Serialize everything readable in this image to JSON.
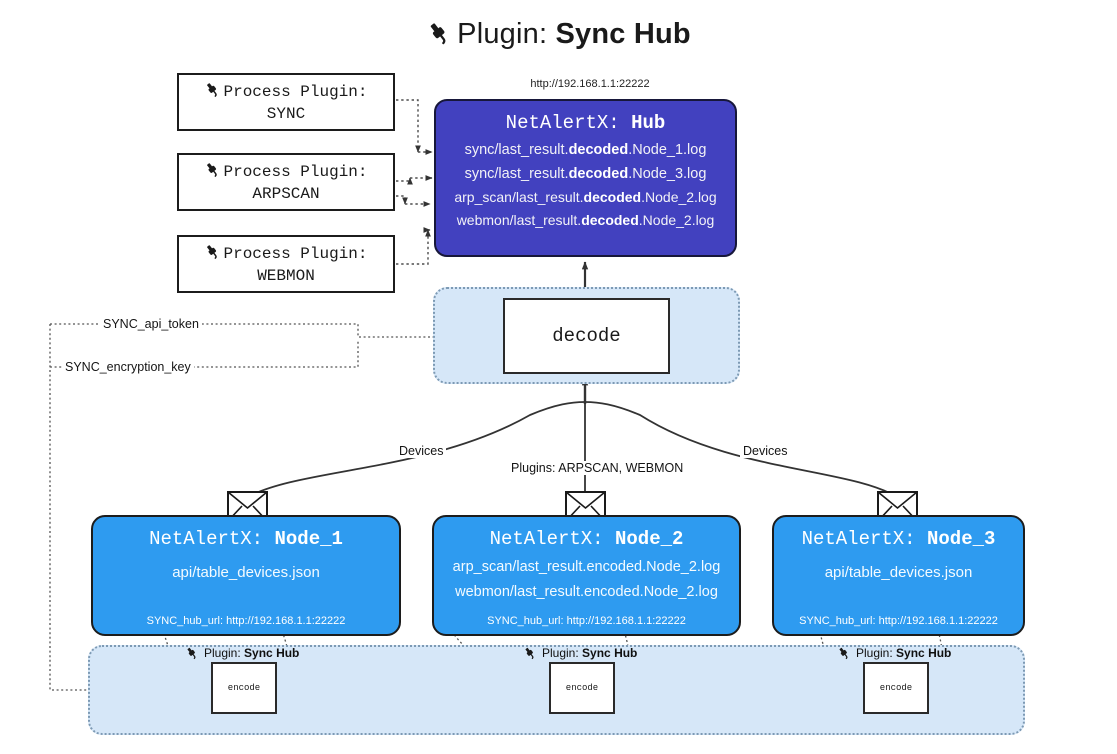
{
  "title": {
    "icon": "plug-icon",
    "prefix": "Plugin:",
    "name": "Sync Hub"
  },
  "hub_url": "http://192.168.1.1:22222",
  "process_plugins": [
    {
      "icon": "plug-icon",
      "line1": "Process Plugin:",
      "line2": "SYNC"
    },
    {
      "icon": "plug-icon",
      "line1": "Process Plugin:",
      "line2": "ARPSCAN"
    },
    {
      "icon": "plug-icon",
      "line1": "Process Plugin:",
      "line2": "WEBMON"
    }
  ],
  "hub": {
    "title_prefix": "NetAlertX:",
    "title_name": "Hub",
    "logs": [
      {
        "pre": "sync/last_result.",
        "bold": "decoded",
        "post": ".Node_1.log"
      },
      {
        "pre": "sync/last_result.",
        "bold": "decoded",
        "post": ".Node_3.log"
      },
      {
        "pre": "arp_scan/last_result.",
        "bold": "decoded",
        "post": ".Node_2.log"
      },
      {
        "pre": "webmon/last_result.",
        "bold": "decoded",
        "post": ".Node_2.log"
      }
    ]
  },
  "decode": {
    "label": "decode"
  },
  "edges": {
    "devices_left": "Devices",
    "devices_right": "Devices",
    "plugins_center": "Plugins: ARPSCAN, WEBMON",
    "api_token": "SYNC_api_token",
    "encryption_key": "SYNC_encryption_key"
  },
  "nodes": [
    {
      "title_prefix": "NetAlertX:",
      "title_name": "Node_1",
      "lines": [
        "api/table_devices.json"
      ],
      "url_label": "SYNC_hub_url:",
      "url_value": "http://192.168.1.1:22222",
      "mail_icon": "envelope-icon"
    },
    {
      "title_prefix": "NetAlertX:",
      "title_name": "Node_2",
      "lines": [
        "arp_scan/last_result.encoded.Node_2.log",
        "webmon/last_result.encoded.Node_2.log"
      ],
      "url_label": "SYNC_hub_url:",
      "url_value": "http://192.168.1.1:22222",
      "mail_icon": "envelope-icon"
    },
    {
      "title_prefix": "NetAlertX:",
      "title_name": "Node_3",
      "lines": [
        "api/table_devices.json"
      ],
      "url_label": "SYNC_hub_url:",
      "url_value": "http://192.168.1.1:22222",
      "mail_icon": "envelope-icon"
    }
  ],
  "encoders": [
    {
      "icon": "plug-icon",
      "prefix": "Plugin:",
      "name": "Sync Hub",
      "box_label": "encode"
    },
    {
      "icon": "plug-icon",
      "prefix": "Plugin:",
      "name": "Sync Hub",
      "box_label": "encode"
    },
    {
      "icon": "plug-icon",
      "prefix": "Plugin:",
      "name": "Sync Hub",
      "box_label": "encode"
    }
  ],
  "colors": {
    "hub": "#4241bf",
    "node": "#2e9bf0",
    "container": "#d6e7f8",
    "container_border": "#7d9ab4",
    "stroke": "#1c1c1c"
  }
}
